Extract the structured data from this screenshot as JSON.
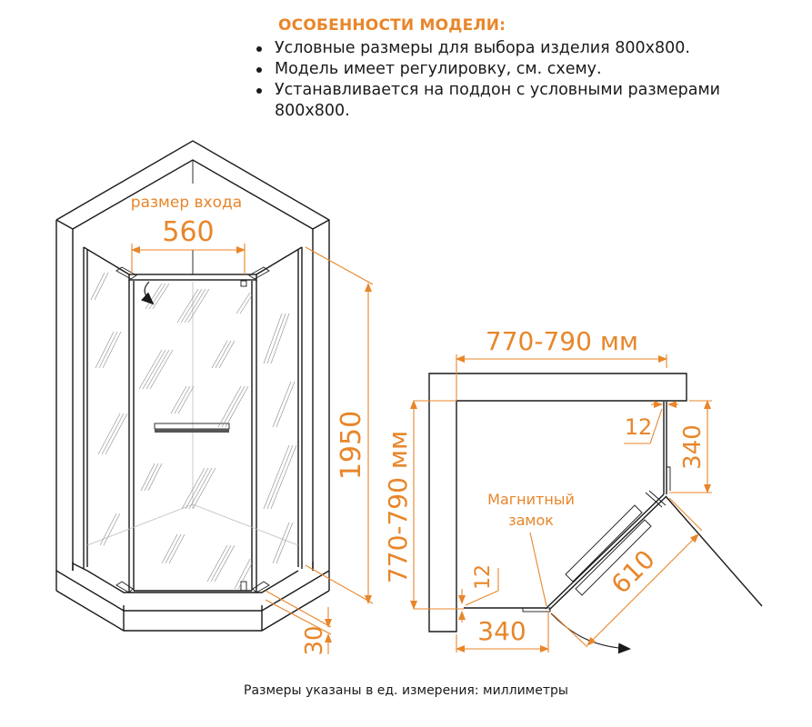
{
  "features": {
    "title": "ОСОБЕННОСТИ МОДЕЛИ:",
    "items": [
      "Условные размеры для выбора изделия 800х800.",
      "Модель имеет регулировку, см. схему.",
      "Устанавливается на поддон с условными размерами 800х800."
    ]
  },
  "front_view": {
    "entrance_label": "размер входа",
    "entrance_width": "560",
    "height": "1950",
    "tray_height": "30"
  },
  "plan_view": {
    "width_range": "770-790 мм",
    "depth_range": "770-790 мм",
    "adjust_top": "12",
    "adjust_left": "12",
    "side_top": "340",
    "side_bottom": "340",
    "door_width": "610",
    "magnet_label_line1": "Магнитный",
    "magnet_label_line2": "замок"
  },
  "footer": {
    "note": "Размеры указаны в ед. измерения: миллиметры"
  },
  "colors": {
    "accent": "#e8862a",
    "line": "#1a1a1a"
  }
}
